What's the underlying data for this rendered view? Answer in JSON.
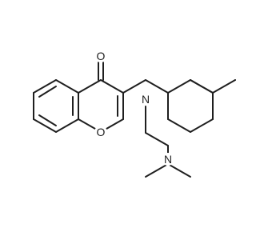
{
  "structure": {
    "atoms": {
      "carbonyl_oxygen": "O",
      "ring_oxygen": "O",
      "amine_nitrogen": "N",
      "dimethylamino_nitrogen": "N"
    },
    "colors": {
      "bond": "#1f1f1f",
      "background": "#ffffff"
    }
  }
}
